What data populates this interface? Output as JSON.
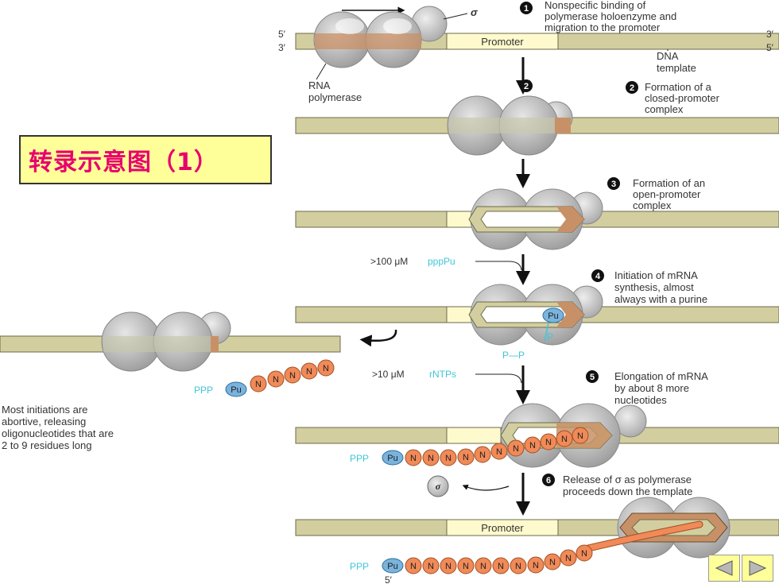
{
  "title": "转录示意图（1）",
  "colors": {
    "dna": "#d3ce9f",
    "promoter": "#fffacd",
    "polymerase": "#c0c0c0",
    "sigma": "#cdcdcd",
    "rna_nt": "#f08a58",
    "purine": "#7ab3dc",
    "accent_title": "#e8006e",
    "title_bg": "#ffff99",
    "cyan": "#3fc6d8"
  },
  "top": {
    "strand5": "5′",
    "strand3": "3′",
    "strand3r": "3′",
    "strand5r": "5′",
    "sigma": "σ"
  },
  "labels": {
    "promoter": "Promoter",
    "dna_template_1": "DNA",
    "dna_template_2": "template",
    "rna_pol_1": "RNA",
    "rna_pol_2": "polymerase",
    "ppppu_prefix": ">100 μM ",
    "ppppu": "pppPu",
    "rntps_prefix": ">10 μM ",
    "rntps": "rNTPs",
    "pu": "Pu",
    "p": "P",
    "pp": "P—P",
    "ppp": "PPP",
    "n": "N",
    "sigma": "σ",
    "five_prime": "5′"
  },
  "steps": [
    {
      "num": "1",
      "lines": [
        "Nonspecific binding of",
        "polymerase holoenzyme and",
        "migration to the promoter"
      ]
    },
    {
      "num": "2",
      "lines": [
        "Formation of a",
        "closed-promoter",
        "complex"
      ]
    },
    {
      "num": "3",
      "lines": [
        "Formation of an",
        "open-promoter",
        "complex"
      ]
    },
    {
      "num": "4",
      "lines": [
        "Initiation of mRNA",
        "synthesis, almost",
        "always with a purine"
      ]
    },
    {
      "num": "5",
      "lines": [
        "Elongation of mRNA",
        "by about 8 more",
        "nucleotides"
      ]
    },
    {
      "num": "6",
      "lines": [
        "Release of σ as polymerase",
        "proceeds down the template"
      ]
    }
  ],
  "abortive_note": [
    "Most initiations are",
    "abortive, releasing",
    "oligonucleotides that are",
    "2 to 9 residues long"
  ],
  "nav": {
    "prev": "previous-slide",
    "next": "next-slide"
  }
}
